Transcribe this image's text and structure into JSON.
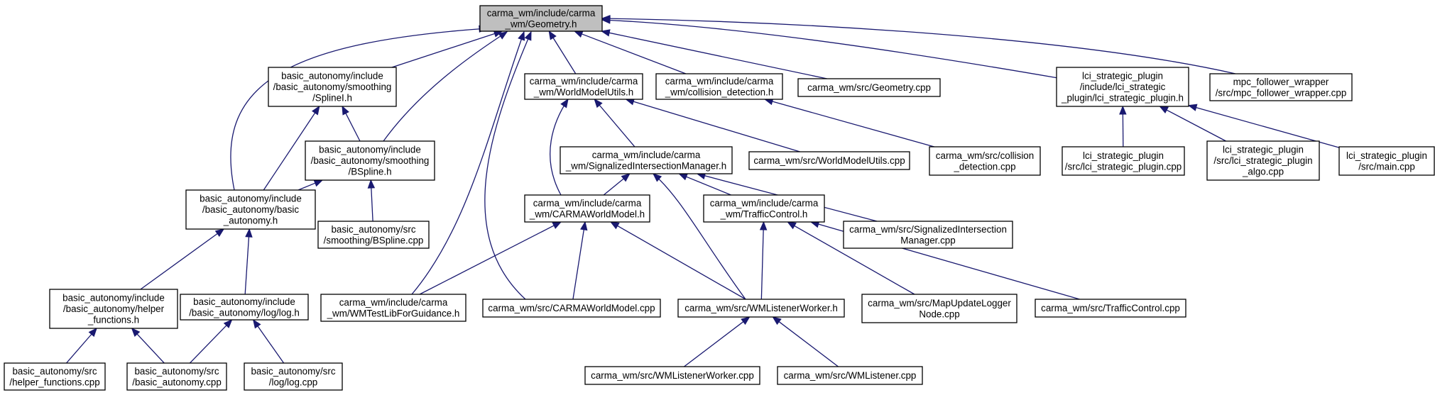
{
  "colors": {
    "edge": "#191970",
    "root_fill": "#bfbfbf",
    "node_fill": "#ffffff",
    "node_border": "#000000"
  },
  "nodes": {
    "geometry_h": [
      "carma_wm/include/carma",
      "_wm/Geometry.h"
    ],
    "spline_h": [
      "basic_autonomy/include",
      "/basic_autonomy/smoothing",
      "/SplineI.h"
    ],
    "bspline_h": [
      "basic_autonomy/include",
      "/basic_autonomy/smoothing",
      "/BSpline.h"
    ],
    "basic_autonomy_h": [
      "basic_autonomy/include",
      "/basic_autonomy/basic",
      "_autonomy.h"
    ],
    "helper_functions_h": [
      "basic_autonomy/include",
      "/basic_autonomy/helper",
      "_functions.h"
    ],
    "log_h": [
      "basic_autonomy/include",
      "/basic_autonomy/log/log.h"
    ],
    "helper_functions_cpp": [
      "basic_autonomy/src",
      "/helper_functions.cpp"
    ],
    "basic_autonomy_cpp": [
      "basic_autonomy/src",
      "/basic_autonomy.cpp"
    ],
    "log_cpp": [
      "basic_autonomy/src",
      "/log/log.cpp"
    ],
    "bspline_cpp": [
      "basic_autonomy/src",
      "/smoothing/BSpline.cpp"
    ],
    "wm_test_lib_h": [
      "carma_wm/include/carma",
      "_wm/WMTestLibForGuidance.h"
    ],
    "world_model_utils_h": [
      "carma_wm/include/carma",
      "_wm/WorldModelUtils.h"
    ],
    "collision_detection_h": [
      "carma_wm/include/carma",
      "_wm/collision_detection.h"
    ],
    "geometry_cpp": [
      "carma_wm/src/Geometry.cpp"
    ],
    "lci_strategic_plugin_h": [
      "lci_strategic_plugin",
      "/include/lci_strategic",
      "_plugin/lci_strategic_plugin.h"
    ],
    "mpc_follower_wrapper_cpp": [
      "mpc_follower_wrapper",
      "/src/mpc_follower_wrapper.cpp"
    ],
    "signalized_intersection_manager_h": [
      "carma_wm/include/carma",
      "_wm/SignalizedIntersectionManager.h"
    ],
    "world_model_utils_cpp": [
      "carma_wm/src/WorldModelUtils.cpp"
    ],
    "collision_detection_cpp": [
      "carma_wm/src/collision",
      "_detection.cpp"
    ],
    "lci_strategic_plugin_cpp": [
      "lci_strategic_plugin",
      "/src/lci_strategic_plugin.cpp"
    ],
    "lci_strategic_plugin_algo_cpp": [
      "lci_strategic_plugin",
      "/src/lci_strategic_plugin",
      "_algo.cpp"
    ],
    "lci_main_cpp": [
      "lci_strategic_plugin",
      "/src/main.cpp"
    ],
    "carma_world_model_h": [
      "carma_wm/include/carma",
      "_wm/CARMAWorldModel.h"
    ],
    "traffic_control_h": [
      "carma_wm/include/carma",
      "_wm/TrafficControl.h"
    ],
    "signalized_intersection_manager_cpp": [
      "carma_wm/src/SignalizedIntersection",
      "Manager.cpp"
    ],
    "carma_world_model_cpp": [
      "carma_wm/src/CARMAWorldModel.cpp"
    ],
    "wm_listener_worker_h": [
      "carma_wm/src/WMListenerWorker.h"
    ],
    "map_update_logger_node_cpp": [
      "carma_wm/src/MapUpdateLogger",
      "Node.cpp"
    ],
    "traffic_control_cpp": [
      "carma_wm/src/TrafficControl.cpp"
    ],
    "wm_listener_worker_cpp": [
      "carma_wm/src/WMListenerWorker.cpp"
    ],
    "wm_listener_cpp": [
      "carma_wm/src/WMListener.cpp"
    ]
  },
  "edges": [
    [
      "spline_h",
      "geometry_h"
    ],
    [
      "bspline_h",
      "geometry_h"
    ],
    [
      "bspline_h",
      "spline_h"
    ],
    [
      "basic_autonomy_h",
      "geometry_h"
    ],
    [
      "basic_autonomy_h",
      "spline_h"
    ],
    [
      "basic_autonomy_h",
      "bspline_h"
    ],
    [
      "bspline_cpp",
      "bspline_h"
    ],
    [
      "helper_functions_h",
      "basic_autonomy_h"
    ],
    [
      "log_h",
      "basic_autonomy_h"
    ],
    [
      "helper_functions_cpp",
      "helper_functions_h"
    ],
    [
      "basic_autonomy_cpp",
      "helper_functions_h"
    ],
    [
      "basic_autonomy_cpp",
      "log_h"
    ],
    [
      "log_cpp",
      "log_h"
    ],
    [
      "wm_test_lib_h",
      "geometry_h"
    ],
    [
      "carma_world_model_cpp",
      "geometry_h"
    ],
    [
      "world_model_utils_h",
      "geometry_h"
    ],
    [
      "collision_detection_h",
      "geometry_h"
    ],
    [
      "geometry_cpp",
      "geometry_h"
    ],
    [
      "lci_strategic_plugin_h",
      "geometry_h"
    ],
    [
      "mpc_follower_wrapper_cpp",
      "geometry_h"
    ],
    [
      "signalized_intersection_manager_h",
      "world_model_utils_h"
    ],
    [
      "carma_world_model_h",
      "world_model_utils_h"
    ],
    [
      "world_model_utils_cpp",
      "world_model_utils_h"
    ],
    [
      "collision_detection_cpp",
      "collision_detection_h"
    ],
    [
      "lci_strategic_plugin_cpp",
      "lci_strategic_plugin_h"
    ],
    [
      "lci_strategic_plugin_algo_cpp",
      "lci_strategic_plugin_h"
    ],
    [
      "lci_main_cpp",
      "lci_strategic_plugin_h"
    ],
    [
      "carma_world_model_h",
      "signalized_intersection_manager_h"
    ],
    [
      "traffic_control_h",
      "signalized_intersection_manager_h"
    ],
    [
      "wm_listener_worker_h",
      "signalized_intersection_manager_h"
    ],
    [
      "signalized_intersection_manager_cpp",
      "signalized_intersection_manager_h"
    ],
    [
      "wm_test_lib_h",
      "carma_world_model_h"
    ],
    [
      "carma_world_model_cpp",
      "carma_world_model_h"
    ],
    [
      "wm_listener_worker_h",
      "carma_world_model_h"
    ],
    [
      "wm_listener_worker_h",
      "traffic_control_h"
    ],
    [
      "map_update_logger_node_cpp",
      "traffic_control_h"
    ],
    [
      "traffic_control_cpp",
      "traffic_control_h"
    ],
    [
      "wm_listener_worker_cpp",
      "wm_listener_worker_h"
    ],
    [
      "wm_listener_cpp",
      "wm_listener_worker_h"
    ]
  ]
}
